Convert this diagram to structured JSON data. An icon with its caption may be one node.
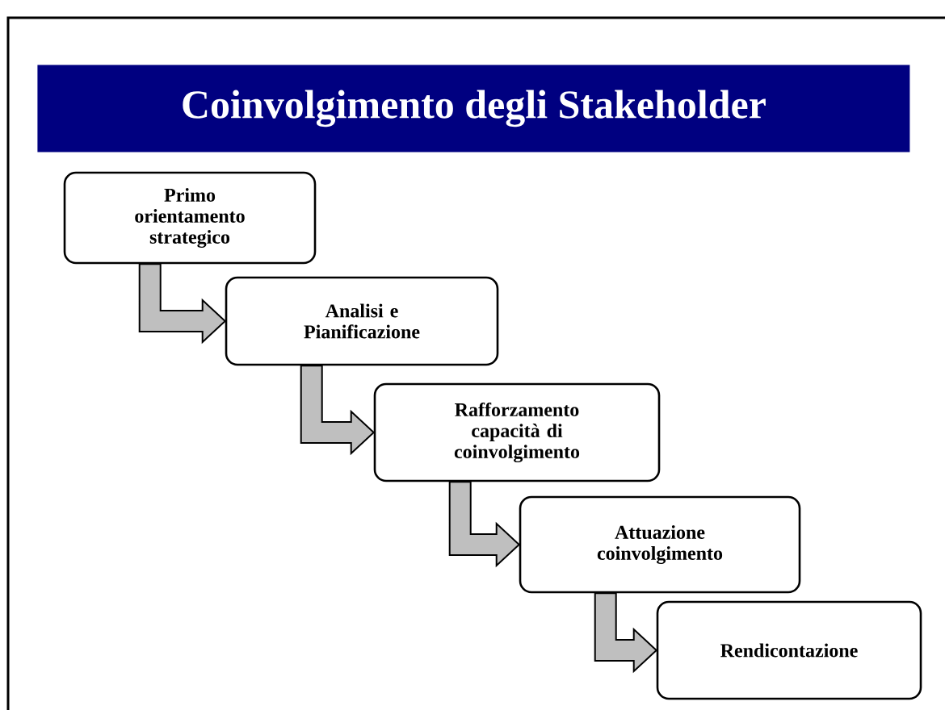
{
  "diagram": {
    "title": "Coinvolgimento degli Stakeholder",
    "nodes": [
      {
        "text": [
          "Primo orientamento strategico"
        ]
      },
      {
        "text": [
          "Analisi e Pianificazione"
        ]
      },
      {
        "text": [
          "Rafforzamento capacità di coinvolgimento"
        ]
      },
      {
        "text": [
          "Attuazione coinvolgimento"
        ]
      },
      {
        "text": [
          "Rendicontazione"
        ]
      }
    ],
    "edges": [
      {
        "from": 0,
        "to": 1,
        "arrow": "to"
      },
      {
        "from": 1,
        "to": 2,
        "arrow": "to"
      },
      {
        "from": 2,
        "to": 3,
        "arrow": "to"
      },
      {
        "from": 3,
        "to": 4,
        "arrow": "to"
      }
    ]
  }
}
